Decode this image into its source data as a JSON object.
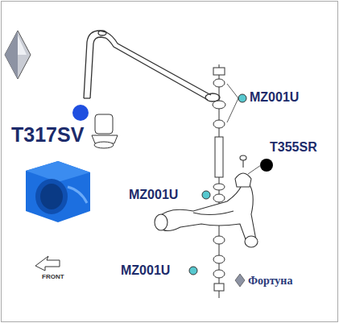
{
  "diagram": {
    "labels": [
      "T317SV",
      "MZ001U",
      "T355SR",
      "MZ001U",
      "MZ001U",
      "FRONT",
      "Фортуна"
    ]
  }
}
